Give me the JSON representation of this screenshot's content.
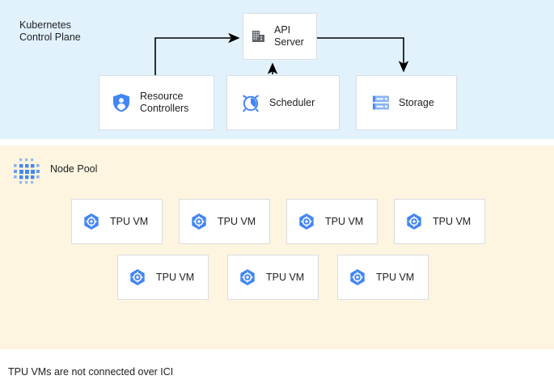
{
  "sections": {
    "control_plane": {
      "label": "Kubernetes\nControl Plane",
      "background_color": "#e1f2fd"
    },
    "node_pool": {
      "label": "Node Pool",
      "background_color": "#fdf5e0",
      "icon": "node-pool-dots-icon"
    }
  },
  "control_plane_nodes": [
    {
      "id": "api-server",
      "label": "API\nServer",
      "icon": "building-icon",
      "icon_color": "#5f6368"
    },
    {
      "id": "resource-controllers",
      "label": "Resource\nControllers",
      "icon": "shield-user-icon",
      "icon_color": "#4285f4"
    },
    {
      "id": "scheduler",
      "label": "Scheduler",
      "icon": "alarm-clock-icon",
      "icon_color": "#4285f4"
    },
    {
      "id": "storage",
      "label": "Storage",
      "icon": "server-rack-icon",
      "icon_color": "#4285f4"
    }
  ],
  "connections": [
    {
      "id": "controllers-to-api",
      "from": "resource-controllers",
      "to": "api-server",
      "style": "elbow-up-right",
      "arrowhead": "right"
    },
    {
      "id": "scheduler-to-api",
      "from": "scheduler",
      "to": "api-server",
      "style": "straight-up",
      "arrowhead": "up"
    },
    {
      "id": "api-to-storage",
      "from": "api-server",
      "to": "storage",
      "style": "elbow-right-down",
      "arrowhead": "down"
    }
  ],
  "node_pool_vms": {
    "icon": "tpu-hexagon-gear-icon",
    "icon_color": "#4285f4",
    "row1": [
      {
        "id": "tpu-vm-1",
        "label": "TPU VM"
      },
      {
        "id": "tpu-vm-2",
        "label": "TPU VM"
      },
      {
        "id": "tpu-vm-3",
        "label": "TPU VM"
      },
      {
        "id": "tpu-vm-4",
        "label": "TPU VM"
      }
    ],
    "row2": [
      {
        "id": "tpu-vm-5",
        "label": "TPU VM"
      },
      {
        "id": "tpu-vm-6",
        "label": "TPU VM"
      },
      {
        "id": "tpu-vm-7",
        "label": "TPU VM"
      }
    ]
  },
  "caption": "TPU VMs are not connected over ICI",
  "colors": {
    "accent_blue": "#4285f4",
    "icon_gray": "#5f6368",
    "text": "#202124",
    "card_border": "#dadce0",
    "arrow": "#000000"
  }
}
